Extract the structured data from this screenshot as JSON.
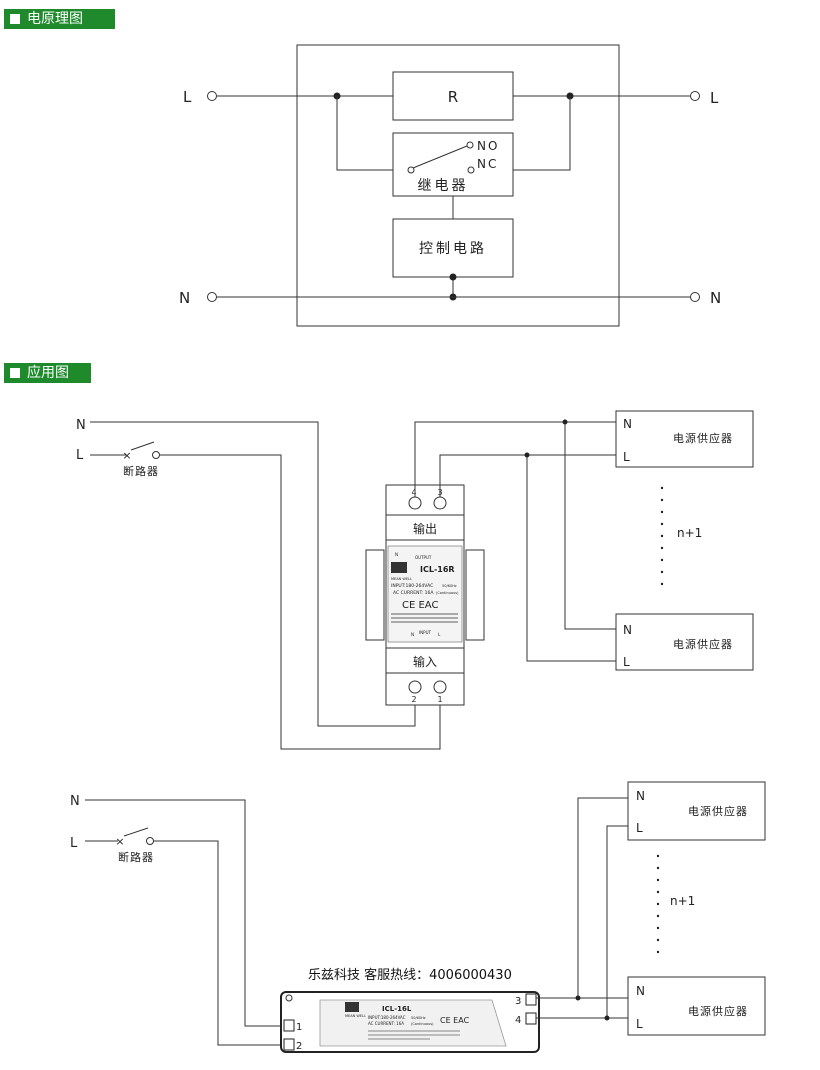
{
  "sections": {
    "schematic_title": "电原理图",
    "application_title": "应用图"
  },
  "schematic": {
    "resistor": "R",
    "relay": "继电器",
    "control": "控制电路",
    "no": "NO",
    "nc": "NC",
    "L_in": "L",
    "L_out": "L",
    "N_in": "N",
    "N_out": "N"
  },
  "app1": {
    "N": "N",
    "L": "L",
    "breaker": "断路器",
    "out_label": "输出",
    "in_label": "输入",
    "t4": "4",
    "t3": "3",
    "t2": "2",
    "t1": "1",
    "module": {
      "brand": "MEAN WELL",
      "model": "ICL-16R",
      "output": "OUTPUT",
      "input_spec": "INPUT:180-264VAC",
      "freq": "50/60Hz",
      "current": "AC CURRENT: 16A",
      "continuous": "(Continuous)",
      "n": "N",
      "l": "L",
      "input": "INPUT"
    },
    "load_top": {
      "N": "N",
      "L": "L",
      "name": "电源供应器"
    },
    "load_bot": {
      "N": "N",
      "L": "L",
      "name": "电源供应器"
    },
    "n_plus_1": "n+1"
  },
  "app2": {
    "N": "N",
    "L": "L",
    "breaker": "断路器",
    "t1": "1",
    "t2": "2",
    "t3": "3",
    "t4": "4",
    "module": {
      "brand": "MEAN WELL",
      "model": "ICL-16L",
      "input_spec": "INPUT:180-264VAC",
      "freq": "50/60Hz",
      "current": "AC CURRENT: 16A",
      "continuous": "(Continuous)"
    },
    "load_top": {
      "N": "N",
      "L": "L",
      "name": "电源供应器"
    },
    "load_bot": {
      "N": "N",
      "L": "L",
      "name": "电源供应器"
    },
    "n_plus_1": "n+1"
  },
  "watermark": "乐兹科技 客服热线：4006000430"
}
